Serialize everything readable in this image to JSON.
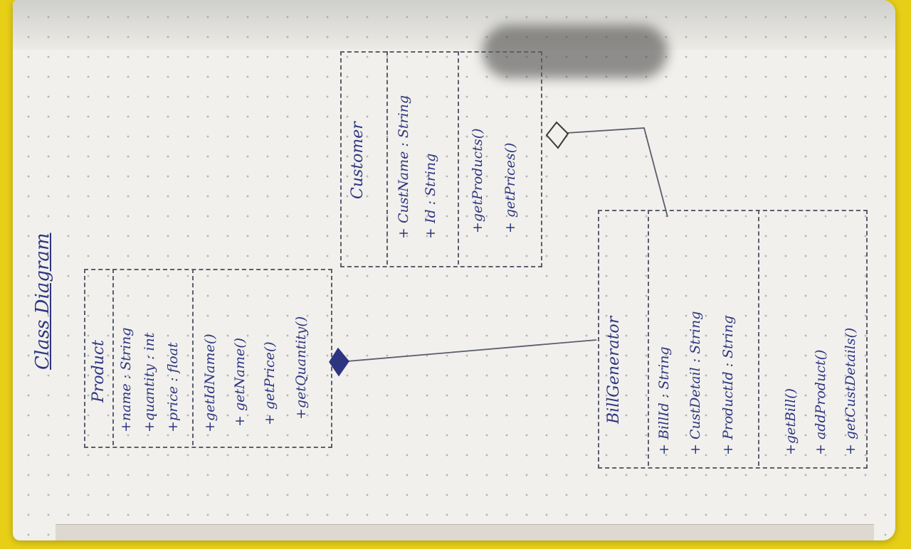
{
  "diagram": {
    "title": "Class Diagram",
    "classes": [
      {
        "id": "product",
        "name": "Product",
        "attributes": [
          "+name : String",
          "+quantity : int",
          "+price : float"
        ],
        "methods": [
          "+getIdName()",
          "+ getName()",
          "+ getPrice()",
          "+getQuantity()"
        ]
      },
      {
        "id": "customer",
        "name": "Customer",
        "attributes": [
          "+ CustName : String",
          "+ Id : String"
        ],
        "methods": [
          "+getProducts()",
          "+ getPrices()"
        ]
      },
      {
        "id": "billgenerator",
        "name": "BillGenerator",
        "attributes": [
          "+ BillId : String",
          "+ CustDetail : String",
          "+ ProductId : String"
        ],
        "methods": [
          "+getBill()",
          "+ addProduct()",
          "+ getCustDetails()"
        ]
      }
    ],
    "relations": [
      {
        "from": "billgenerator",
        "to": "product",
        "type": "composition"
      },
      {
        "from": "billgenerator",
        "to": "customer",
        "type": "aggregation"
      }
    ],
    "colors": {
      "ink": "#2d3580",
      "pencil": "#5a5e6e",
      "paper": "#f1f0ec",
      "background": "#e8cf17"
    }
  }
}
